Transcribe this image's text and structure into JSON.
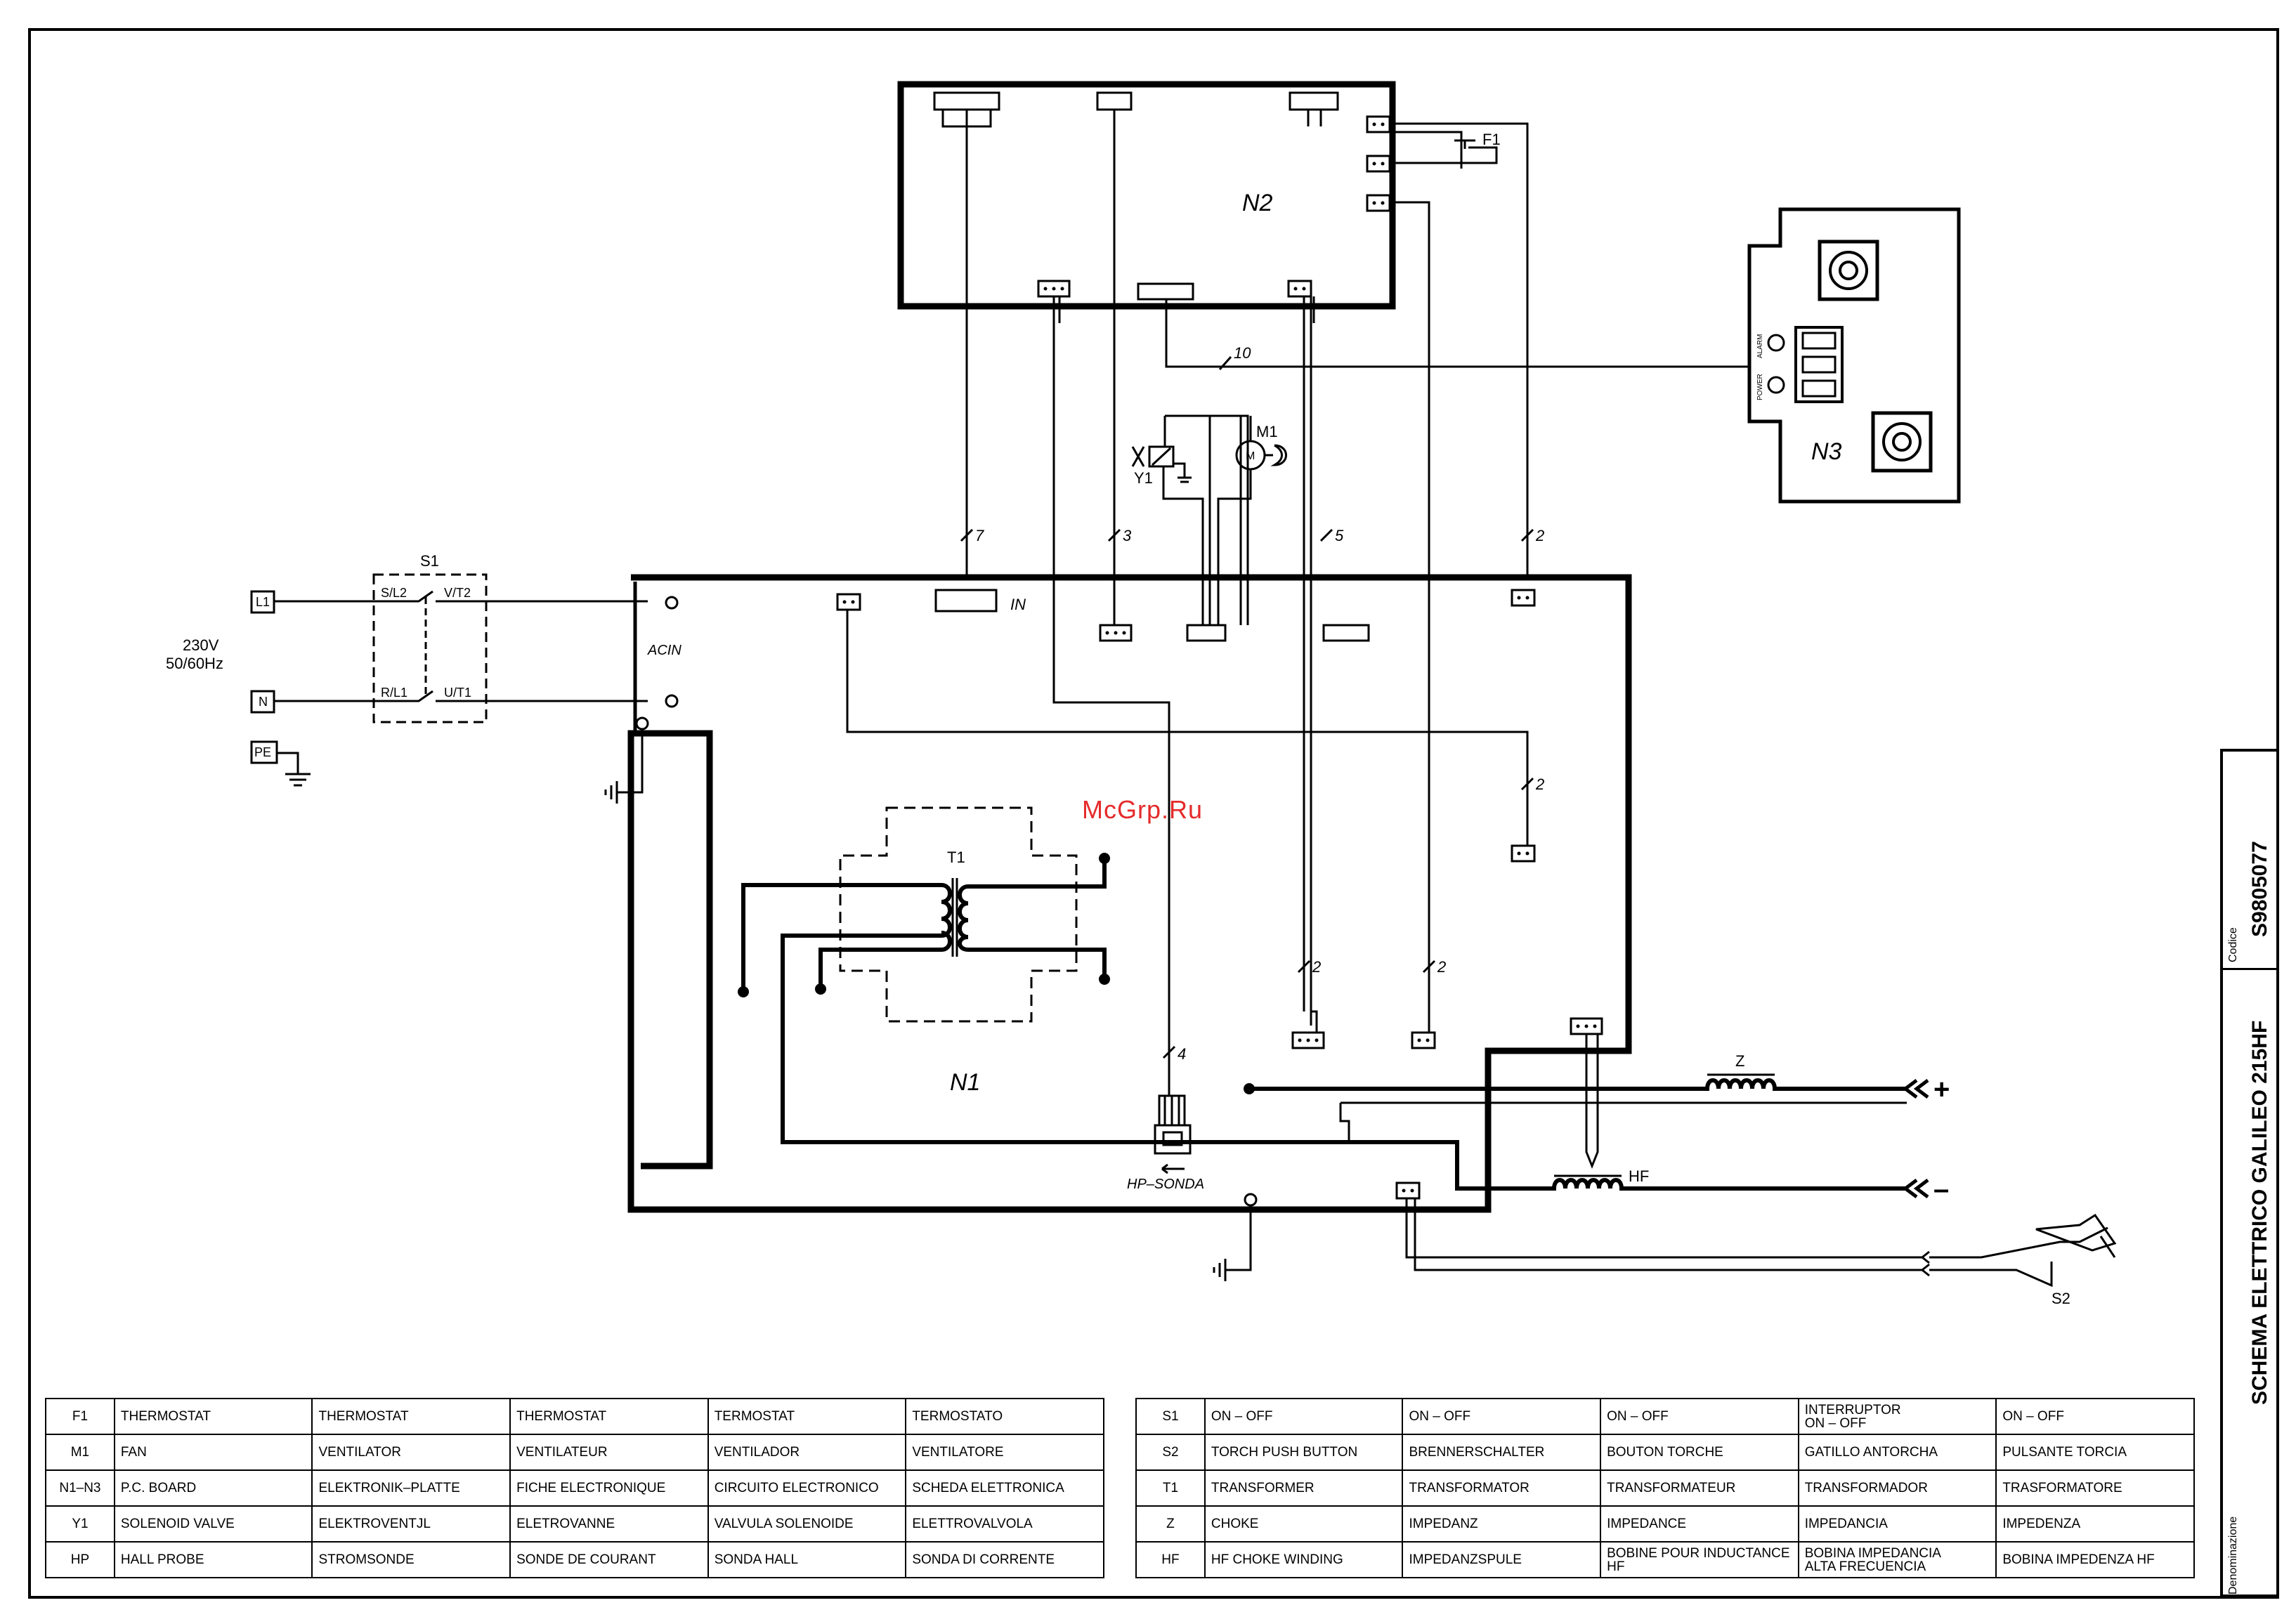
{
  "labels": {
    "N2": "N2",
    "N3": "N3",
    "N1": "N1",
    "F1": "F1",
    "S1": "S1",
    "S2": "S2",
    "M1": "M1",
    "Y1": "Y1",
    "T1": "T1",
    "Z": "Z",
    "HF": "HF",
    "L1": "L1",
    "N": "N",
    "PE": "PE",
    "SL2": "S/L2",
    "VT2": "V/T2",
    "RL1": "R/L1",
    "UT1": "U/T1",
    "voltage": "230V",
    "freq": "50/60Hz",
    "ACIN": "ACIN",
    "IN": "IN",
    "HP_SONDA": "HP–SONDA",
    "alarm": "ALARM",
    "power": "POWER",
    "motor": "M",
    "plus": "+",
    "minus": "–",
    "w10": "10",
    "w7": "7",
    "w3": "3",
    "w5": "5",
    "w2a": "2",
    "w2b": "2",
    "w2c": "2",
    "w2d": "2",
    "w4": "4"
  },
  "watermark": "McGrp.Ru",
  "title_block": {
    "code_label": "Codice",
    "code": "S9805077",
    "name_label": "Denominazione",
    "name": "SCHEMA ELETTRICO   GALILEO 215HF"
  },
  "legend_left": [
    {
      "code": "F1",
      "en": "THERMOSTAT",
      "de": "THERMOSTAT",
      "fr": "THERMOSTAT",
      "es": "TERMOSTAT",
      "it": "TERMOSTATO"
    },
    {
      "code": "M1",
      "en": "FAN",
      "de": "VENTILATOR",
      "fr": "VENTILATEUR",
      "es": "VENTILADOR",
      "it": "VENTILATORE"
    },
    {
      "code": "N1–N3",
      "en": "P.C. BOARD",
      "de": "ELEKTRONIK–PLATTE",
      "fr": "FICHE ELECTRONIQUE",
      "es": "CIRCUITO ELECTRONICO",
      "it": "SCHEDA ELETTRONICA"
    },
    {
      "code": "Y1",
      "en": "SOLENOID VALVE",
      "de": "ELEKTROVENTJL",
      "fr": "ELETROVANNE",
      "es": "VALVULA SOLENOIDE",
      "it": "ELETTROVALVOLA"
    },
    {
      "code": "HP",
      "en": "HALL PROBE",
      "de": "STROMSONDE",
      "fr": "SONDE DE COURANT",
      "es": "SONDA HALL",
      "it": "SONDA DI CORRENTE"
    }
  ],
  "legend_right": [
    {
      "code": "S1",
      "en": "ON – OFF",
      "de": "ON – OFF",
      "fr": "ON – OFF",
      "es": "INTERRUPTOR\nON – OFF",
      "it": "ON – OFF"
    },
    {
      "code": "S2",
      "en": "TORCH PUSH BUTTON",
      "de": "BRENNERSCHALTER",
      "fr": "BOUTON TORCHE",
      "es": "GATILLO ANTORCHA",
      "it": "PULSANTE TORCIA"
    },
    {
      "code": "T1",
      "en": "TRANSFORMER",
      "de": "TRANSFORMATOR",
      "fr": "TRANSFORMATEUR",
      "es": "TRANSFORMADOR",
      "it": "TRASFORMATORE"
    },
    {
      "code": "Z",
      "en": "CHOKE",
      "de": "IMPEDANZ",
      "fr": "IMPEDANCE",
      "es": "IMPEDANCIA",
      "it": "IMPEDENZA"
    },
    {
      "code": "HF",
      "en": "HF CHOKE WINDING",
      "de": "IMPEDANZSPULE",
      "fr": "BOBINE POUR INDUCTANCE HF",
      "es": "BOBINA IMPEDANCIA\nALTA FRECUENCIA",
      "it": "BOBINA IMPEDENZA HF"
    }
  ]
}
